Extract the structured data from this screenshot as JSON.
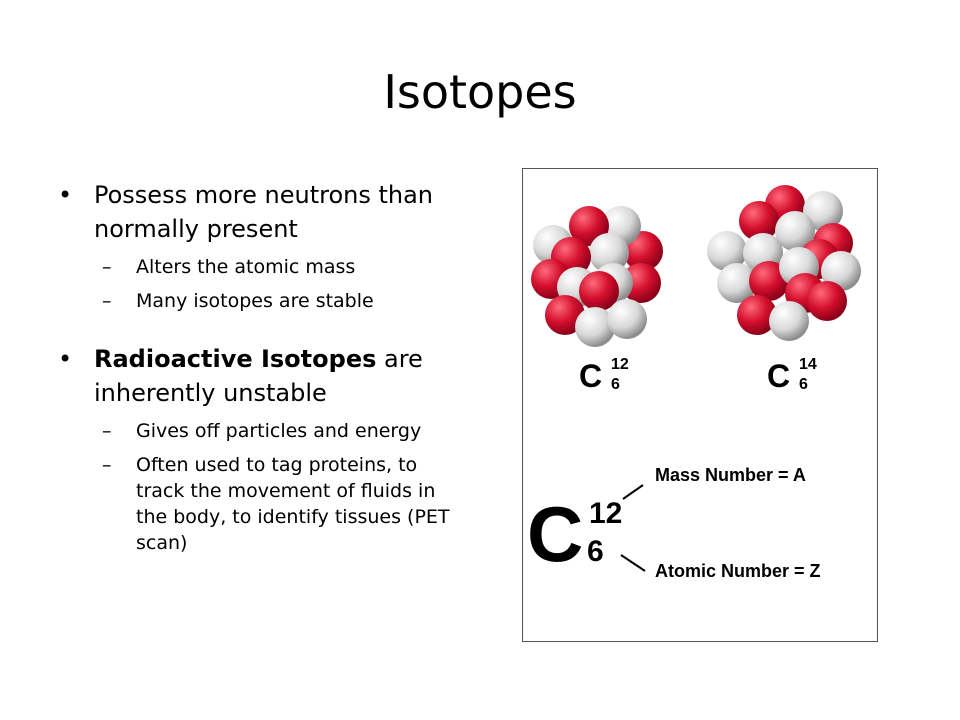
{
  "slide": {
    "title": "Isotopes"
  },
  "bullets": {
    "item1": {
      "text": "Possess more neutrons than normally present",
      "subs": [
        "Alters the atomic mass",
        "Many isotopes are stable"
      ]
    },
    "item2": {
      "bold_text": "Radioactive Isotopes",
      "rest_text": " are inherently unstable",
      "subs": [
        "Gives off particles and energy",
        "Often used to tag proteins, to track the movement of fluids in the body, to identify tissues (PET scan)"
      ]
    }
  },
  "figure": {
    "c12": {
      "symbol": "C",
      "mass": "12",
      "atomic": "6"
    },
    "c14": {
      "symbol": "C",
      "mass": "14",
      "atomic": "6"
    },
    "notation": {
      "symbol": "C",
      "mass": "12",
      "atomic": "6"
    },
    "mass_label": "Mass Number = A",
    "atomic_label": "Atomic Number = Z",
    "colors": {
      "proton": "#d4102e",
      "neutron": "#d8d8d8"
    }
  }
}
